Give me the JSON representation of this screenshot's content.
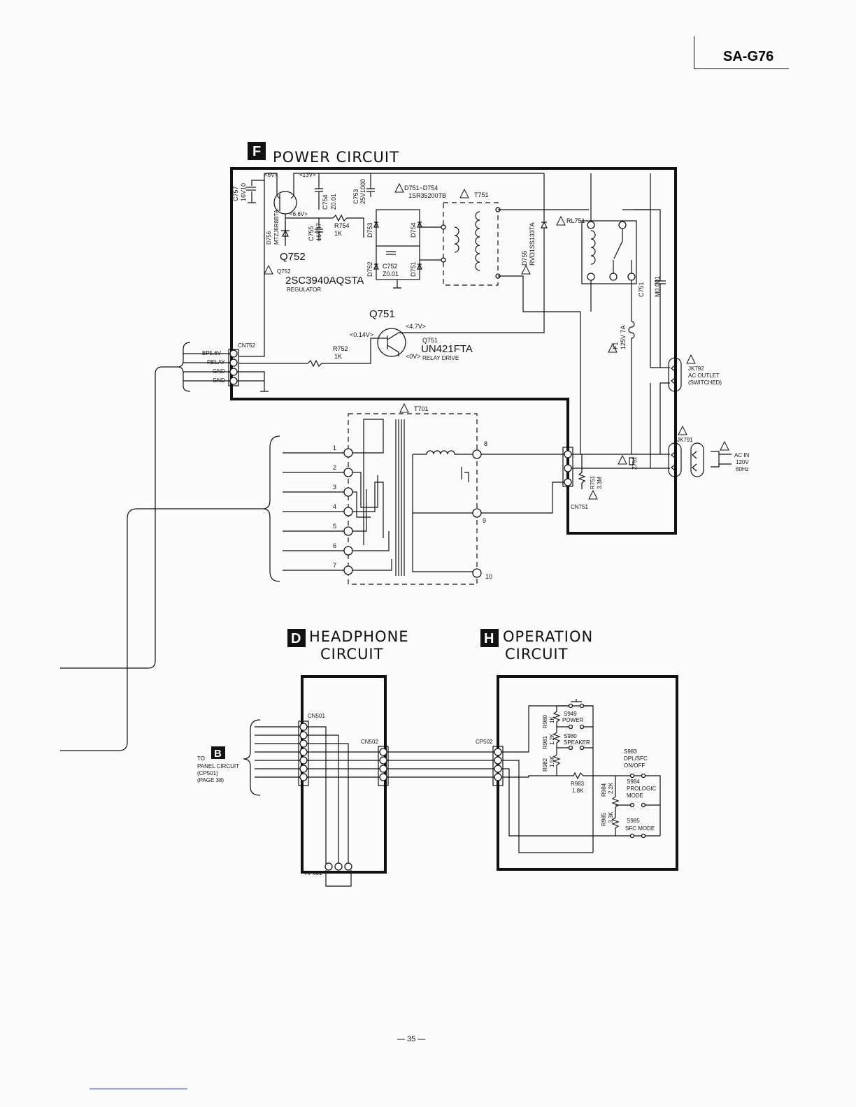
{
  "header": {
    "model": "SA-G76"
  },
  "page_number": "— 35 —",
  "sections": {
    "power": {
      "letter": "F",
      "title": "POWER CIRCUIT"
    },
    "headphone": {
      "letter": "D",
      "title_line1": "HEADPHONE",
      "title_line2": "CIRCUIT"
    },
    "operation": {
      "letter": "H",
      "title_line1": "OPERATION",
      "title_line2": "CIRCUIT"
    }
  },
  "power_circuit": {
    "v_6": "<6V>",
    "v_13": "<13V>",
    "v_66": "<6.6V>",
    "c757": "C757",
    "c757_val": "16V10",
    "c754": "C754",
    "c754_val": "Z0.01",
    "c753": "C753",
    "c753_val": "25V1000",
    "c755": "C755",
    "c755_val": "16V47",
    "r754": "R754",
    "r754_val": "1K",
    "d756z": "D756",
    "d756z_part": "MTZJ6R8BTA",
    "q752": "Q752",
    "q752_small": "Q752",
    "q752_part": "2SC3940AQSTA",
    "q752_role": "REGULATOR",
    "d751_754": "D751~D754",
    "d751_754_part": "1SR35200TB",
    "d753": "D753",
    "d754": "D754",
    "d752": "D752",
    "d751": "D751",
    "c752": "C752",
    "c752_val": "Z0.01",
    "t751": "T751",
    "d755": "D755",
    "d755_part": "RVD1SS133TA",
    "rl751": "RL751",
    "c751": "C751",
    "c751_val": "M0.001",
    "f1": "F1",
    "f1_val": "125V 7A",
    "q751": "Q751",
    "q751_small": "Q751",
    "q751_part": "UN421FTA",
    "q751_role": "RELAY DRIVE",
    "v_014": "<0.14V>",
    "v_47": "<4.7V>",
    "v_0": "<0V>",
    "r752": "R752",
    "r752_val": "1K",
    "cn752": "CN752",
    "cn752_pins": [
      "BP5.6V",
      "RELAY",
      "GND",
      "GND"
    ],
    "jk792": "JK792",
    "jk792_desc1": "AC OUTLET",
    "jk792_desc2": "(SWITCHED)",
    "jk791": "JK791",
    "ac_in": [
      "AC IN",
      "120V",
      "60Hz"
    ],
    "z751": "Z751",
    "r751": "R751",
    "r751_val": "3.3M",
    "cn751": "CN751",
    "t701": "T701",
    "t701_primary": [
      "1",
      "2",
      "3",
      "4",
      "5",
      "6",
      "7"
    ],
    "t701_secondary": [
      "8",
      "9",
      "10"
    ]
  },
  "headphone_circuit": {
    "cn501": "CN501",
    "cn502": "CN502",
    "hp601": "HP601",
    "to": "TO",
    "panel_letter": "B",
    "panel_desc": [
      "PANEL CIRCUIT",
      "(CP501)",
      "(PAGE 38)"
    ]
  },
  "operation_circuit": {
    "cp502": "CP502",
    "r980": "R980",
    "r980_val": "1K",
    "r981": "R981",
    "r981_val": "1.2K",
    "r982": "R982",
    "r982_val": "1.5K",
    "r983": "R983",
    "r983_val": "1.8K",
    "r984": "R984",
    "r984_val": "2.2K",
    "r985": "R985",
    "r985_val": "3.3K",
    "s949": "S949",
    "s949_label": "POWER",
    "s980": "S980",
    "s980_label": "SPEAKER",
    "s983": "S983",
    "s983_label1": "DPL/SFC",
    "s983_label2": "ON/OFF",
    "s984": "S984",
    "s984_label1": "PROLOGIC",
    "s984_label2": "MODE",
    "s985": "S985",
    "s985_label": "SFC MODE"
  }
}
